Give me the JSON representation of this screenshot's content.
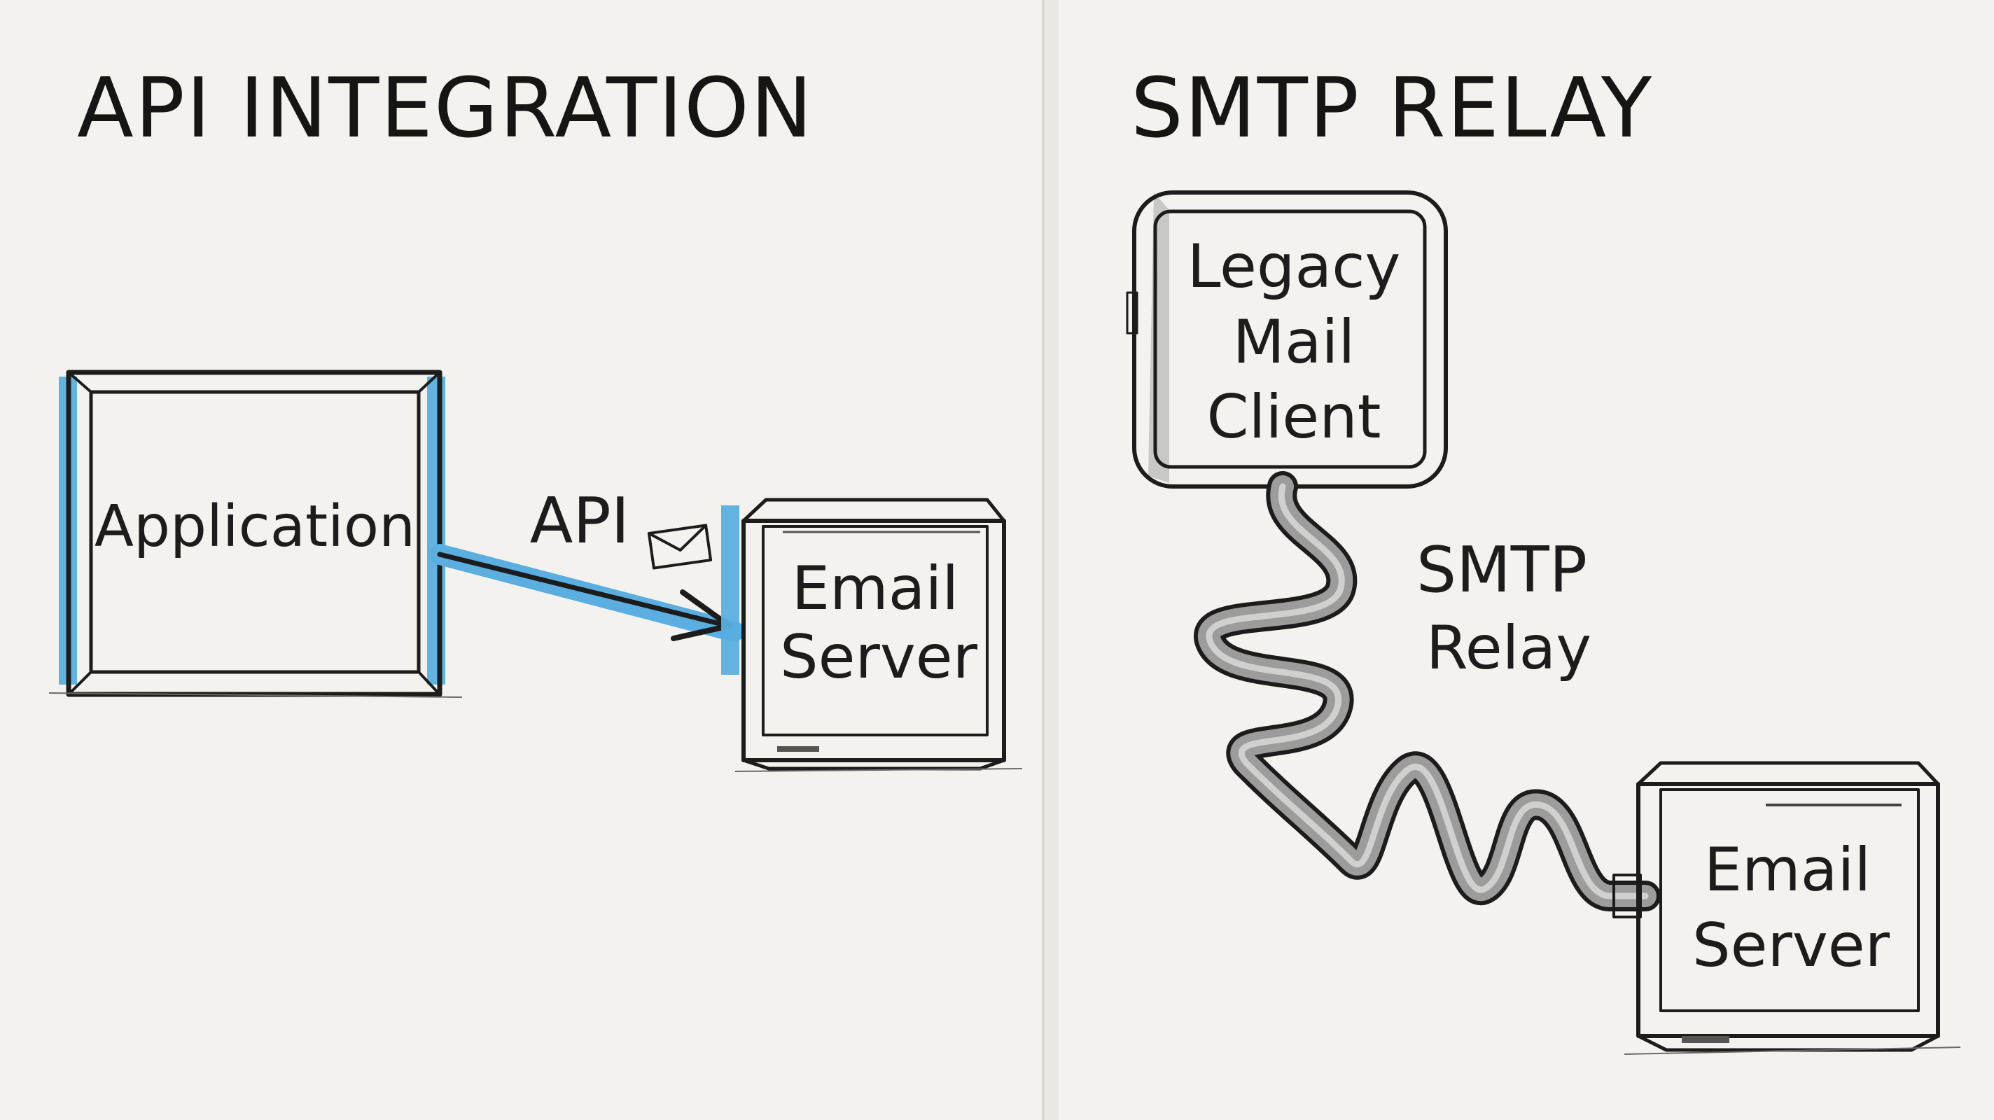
{
  "left_panel": {
    "title": "API INTEGRATION",
    "application_label": "Application",
    "connection_label": "API",
    "server_label_line1": "Email",
    "server_label_line2": "Server",
    "envelope_icon": "envelope-icon"
  },
  "right_panel": {
    "title": "SMTP RELAY",
    "client_label_line1": "Legacy",
    "client_label_line2": "Mail",
    "client_label_line3": "Client",
    "relay_label_line1": "SMTP",
    "relay_label_line2": "Relay",
    "server_label_line1": "Email",
    "server_label_line2": "Server"
  },
  "colors": {
    "paper": "#f3f2ee",
    "ink": "#1c1c1c",
    "accent_blue": "#5aaee0",
    "cable_gray": "#9c9c9c",
    "box_gray": "#cfcfcf"
  }
}
